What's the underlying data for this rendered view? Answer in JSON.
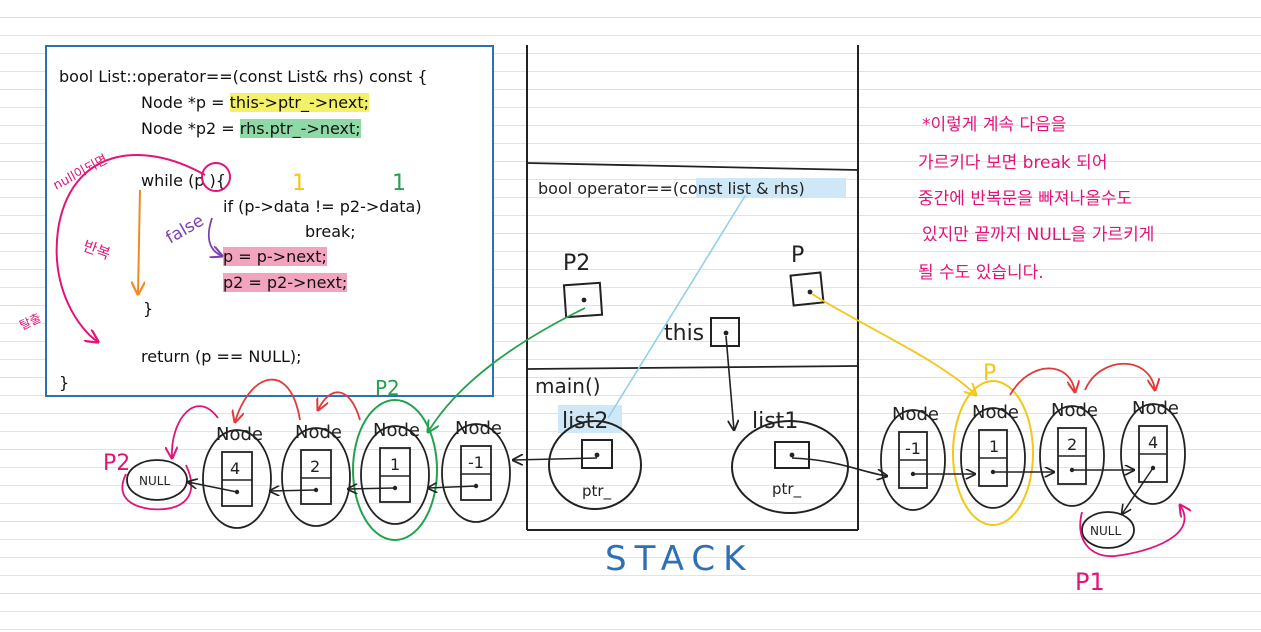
{
  "code": {
    "signature": "bool List::operator==(const List& rhs) const {",
    "line1_prefix": "Node *p = ",
    "line1_hl": "this->ptr_->next;",
    "line2_prefix": "Node *p2 = ",
    "line2_hl": "rhs.ptr_->next;",
    "while_kw": "while",
    "while_cond": "(p )",
    "while_brace": "{",
    "if_line": "if (p->data != p2->data)",
    "break_line": "break;",
    "p_next": "p = p->next;",
    "p2_next": "p2 = p2->next;",
    "close_inner": "}",
    "return_line": "return (p == NULL);",
    "close_outer": "}"
  },
  "annotations": {
    "null_then": "null이되면",
    "repeat": "반복",
    "escape": "탈출",
    "false_label": "false",
    "count_one_a": "1",
    "count_one_b": "1",
    "note_line1": "*이렇게 계속 다음을",
    "note_line2": "가르키다 보면 break 되어",
    "note_line3": "중간에 반복문을 빠져나올수도",
    "note_line4": "있지만 끝까지 NULL을 가르키게",
    "note_line5": "될 수도 있습니다."
  },
  "stack": {
    "frame_label": "bool operator==(const list & rhs)",
    "p2_label": "P2",
    "p_label": "P",
    "this_label": "this",
    "main_label": "main()",
    "list2_label": "list2",
    "list1_label": "list1",
    "ptr_label_a": "ptr_",
    "ptr_label_b": "ptr_",
    "stack_label": "STACK"
  },
  "left_list": {
    "null_label": "NULL",
    "p2_marker": "P2",
    "p2_top_marker": "P2",
    "nodes": [
      {
        "label": "Node",
        "data": "4"
      },
      {
        "label": "Node",
        "data": "2"
      },
      {
        "label": "Node",
        "data": "1"
      },
      {
        "label": "Node",
        "data": "-1"
      }
    ]
  },
  "right_list": {
    "null_label": "NULL",
    "p1_marker": "P1",
    "p_marker": "P",
    "nodes": [
      {
        "label": "Node",
        "data": "-1"
      },
      {
        "label": "Node",
        "data": "1"
      },
      {
        "label": "Node",
        "data": "2"
      },
      {
        "label": "Node",
        "data": "4"
      }
    ]
  },
  "colors": {
    "code_border": "#2f6fb6",
    "magenta": "#e0147a",
    "orange": "#f08a24",
    "yellow": "#f5c518",
    "green": "#23a24d",
    "purple": "#7b3fb5",
    "red": "#e23a3a",
    "light_blue": "#8fcff0",
    "stack_text": "#2f6fb6"
  }
}
